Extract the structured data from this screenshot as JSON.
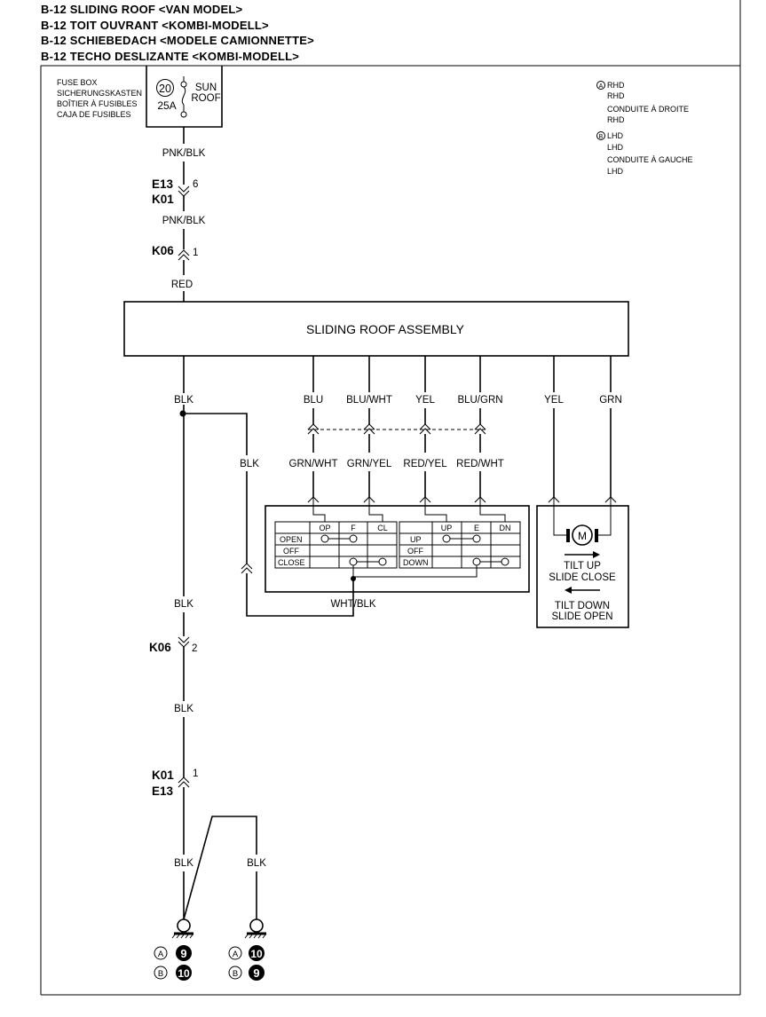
{
  "titles": [
    "B-12 SLIDING ROOF <VAN MODEL>",
    "B-12 TOIT OUVRANT <KOMBI-MODELL>",
    "B-12 SCHIEBEDACH <MODELE CAMIONNETTE>",
    "B-12 TECHO DESLIZANTE <KOMBI-MODELL>"
  ],
  "fuse_box": {
    "labels": [
      "FUSE BOX",
      "SICHERUNGSKASTEN",
      "BOÎTIER À FUSIBLES",
      "CAJA DE FUSIBLES"
    ],
    "fuse_number": "20",
    "fuse_rating": "25A",
    "circuit": [
      "SUN",
      "ROOF"
    ]
  },
  "legend": {
    "a_marker": "A",
    "a_lines": [
      "RHD",
      "RHD",
      "CONDUITE À DROITE",
      "RHD"
    ],
    "b_marker": "B",
    "b_lines": [
      "LHD",
      "LHD",
      "CONDUITE À GAUCHE",
      "LHD"
    ]
  },
  "wires": {
    "pnk_blk_1": "PNK/BLK",
    "pnk_blk_2": "PNK/BLK",
    "red": "RED",
    "blk_main": "BLK",
    "blk_branch": "BLK",
    "blk_lower1": "BLK",
    "blk_lower2": "BLK",
    "blk_ground1": "BLK",
    "blk_ground2": "BLK",
    "blu": "BLU",
    "blu_wht": "BLU/WHT",
    "yel": "YEL",
    "blu_grn": "BLU/GRN",
    "yel2": "YEL",
    "grn": "GRN",
    "grn_wht": "GRN/WHT",
    "grn_yel": "GRN/YEL",
    "red_yel": "RED/YEL",
    "red_wht": "RED/WHT",
    "wht_blk": "WHT/BLK"
  },
  "connectors": {
    "e13_top": "E13",
    "k01_top": "K01",
    "pin_6": "6",
    "k06_top": "K06",
    "pin_1_top": "1",
    "k06_bottom": "K06",
    "pin_2": "2",
    "k01_bottom": "K01",
    "e13_bottom": "E13",
    "pin_1_bottom": "1"
  },
  "assembly_label": "SLIDING ROOF ASSEMBLY",
  "switch_table_left": {
    "headers": [
      "OP",
      "F",
      "CL"
    ],
    "rows": [
      "OPEN",
      "OFF",
      "CLOSE"
    ]
  },
  "switch_table_right": {
    "headers": [
      "UP",
      "E",
      "DN"
    ],
    "rows": [
      "UP",
      "OFF",
      "DOWN"
    ]
  },
  "motor": {
    "symbol": "M",
    "forward": [
      "TILT UP",
      "SLIDE CLOSE"
    ],
    "reverse": [
      "TILT DOWN",
      "SLIDE OPEN"
    ]
  },
  "grounds": {
    "left_a_marker": "A",
    "left_a_num": "9",
    "left_b_marker": "B",
    "left_b_num": "10",
    "right_a_marker": "A",
    "right_a_num": "10",
    "right_b_marker": "B",
    "right_b_num": "9"
  }
}
